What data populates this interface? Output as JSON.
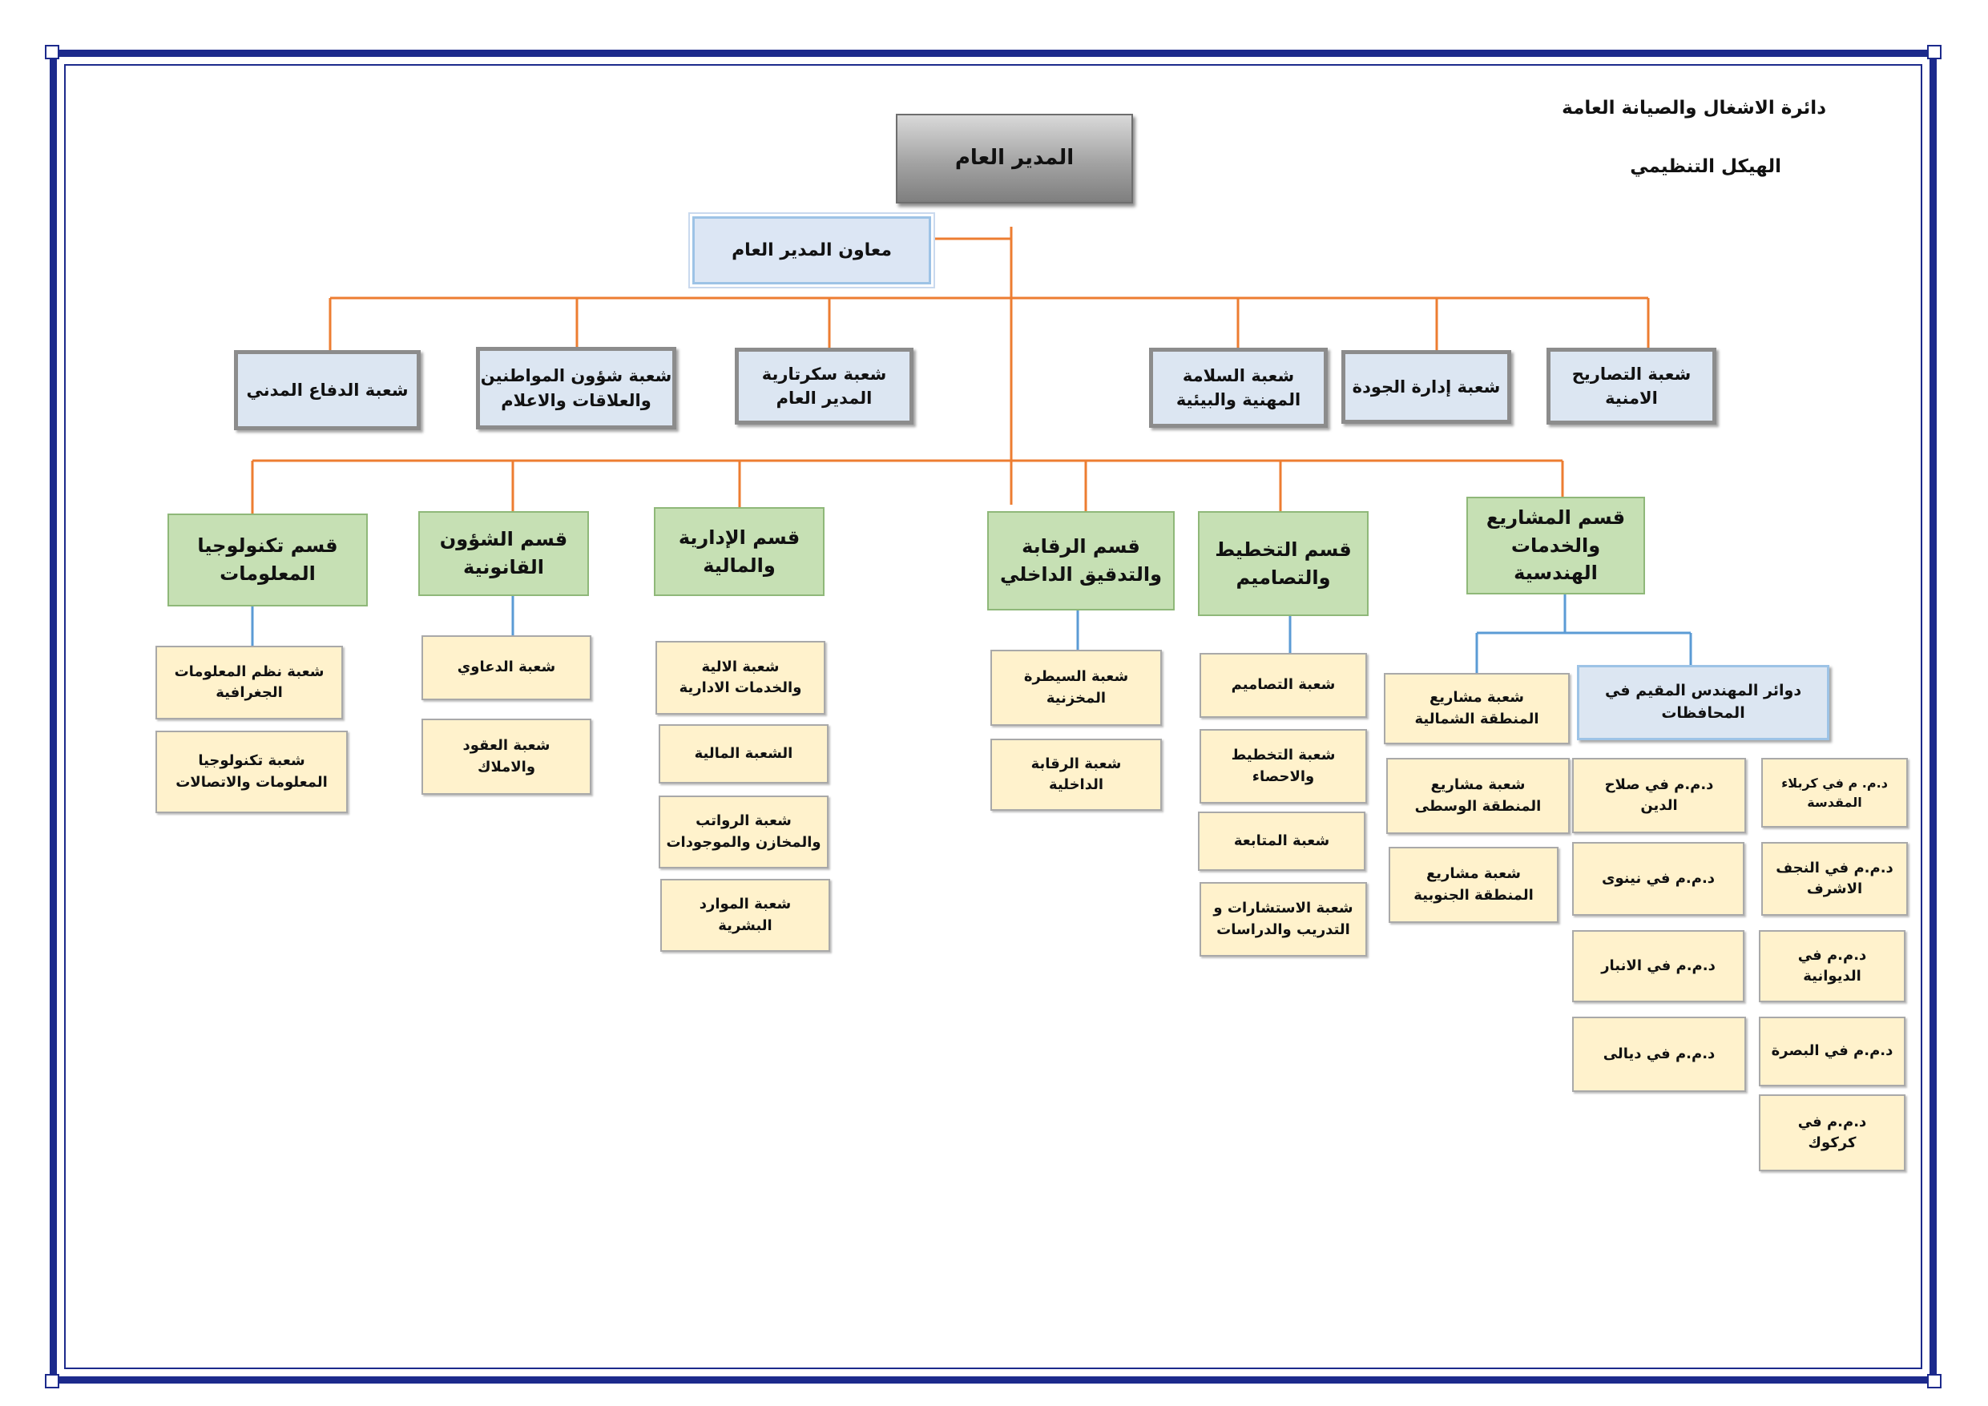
{
  "header": {
    "department": "دائرة الاشغال والصيانة العامة",
    "chart_title": "الهيكل التنظيمي"
  },
  "colors": {
    "frame": "#1c2a8c",
    "connector_main": "#ed7d31",
    "connector_sub": "#5b9bd5",
    "department_fill": "#c6e0b4",
    "unit_fill": "#dce6f2",
    "subunit_fill": "#fff2cc"
  },
  "general_manager": "المدير العام",
  "deputy": "معاون المدير العام",
  "units": [
    {
      "line1": "شعبة التصاريح",
      "line2": "الامنية"
    },
    {
      "line1": "شعبة إدارة الجودة",
      "line2": ""
    },
    {
      "line1": "شعبة السلامة",
      "line2": "المهنية والبيئية"
    },
    {
      "line1": "شعبة سكرتارية",
      "line2": "المدير العام"
    },
    {
      "line1": "شعبة شؤون المواطنين",
      "line2": "والعلاقات والاعلام"
    },
    {
      "line1": "شعبة الدفاع المدني",
      "line2": ""
    }
  ],
  "departments": [
    {
      "line1": "قسم المشاريع",
      "line2": "والخدمات الهندسية"
    },
    {
      "line1": "قسم التخطيط",
      "line2": "والتصاميم"
    },
    {
      "line1": "قسم الرقابة",
      "line2": "والتدقيق الداخلي"
    },
    {
      "line1": "قسم الإدارية",
      "line2": "والمالية"
    },
    {
      "line1": "قسم الشؤون",
      "line2": "القانونية"
    },
    {
      "line1": "قسم تكنولوجيا",
      "line2": "المعلومات"
    }
  ],
  "it_sections": [
    {
      "line1": "شعبة نظم المعلومات",
      "line2": "الجغرافية"
    },
    {
      "line1": "شعبة تكنولوجيا",
      "line2": "المعلومات والاتصالات"
    }
  ],
  "legal_sections": [
    {
      "line1": "شعبة الدعاوي",
      "line2": ""
    },
    {
      "line1": "شعبة العقود",
      "line2": "والاملاك"
    }
  ],
  "admin_sections": [
    {
      "line1": "شعبة الالية",
      "line2": "والخدمات الادارية"
    },
    {
      "line1": "الشعبة المالية",
      "line2": ""
    },
    {
      "line1": "شعبة الرواتب",
      "line2": "والمخازن والموجودات"
    },
    {
      "line1": "شعبة الموارد",
      "line2": "البشرية"
    }
  ],
  "audit_sections": [
    {
      "line1": "شعبة السيطرة",
      "line2": "المخزنية"
    },
    {
      "line1": "شعبة الرقابة",
      "line2": "الداخلية"
    }
  ],
  "planning_sections": [
    {
      "line1": "شعبة التصاميم",
      "line2": ""
    },
    {
      "line1": "شعبة التخطيط",
      "line2": "والاحصاء"
    },
    {
      "line1": "شعبة المتابعة",
      "line2": ""
    },
    {
      "line1": "شعبة الاستشارات و",
      "line2": "التدريب والدراسات"
    }
  ],
  "project_sections": [
    {
      "line1": "شعبة مشاريع",
      "line2": "المنطقة الشمالية"
    },
    {
      "line1": "شعبة مشاريع",
      "line2": "المنطقة الوسطى"
    },
    {
      "line1": "شعبة مشاريع",
      "line2": "المنطقة الجنوبية"
    }
  ],
  "resident_engineer": {
    "line1": "دوائر المهندس المقيم في",
    "line2": "المحافظات"
  },
  "provinces_col_a": [
    {
      "line1": "د.م.م في صلاح",
      "line2": "الدين"
    },
    {
      "line1": "د.م.م في نينوى",
      "line2": ""
    },
    {
      "line1": "د.م.م في الانبار",
      "line2": ""
    },
    {
      "line1": "د.م.م في ديالى",
      "line2": ""
    }
  ],
  "provinces_col_b": [
    {
      "line1": "د.م. م في كربلاء",
      "line2": "المقدسة"
    },
    {
      "line1": "د.م.م في النجف",
      "line2": "الاشرف"
    },
    {
      "line1": "د.م.م في",
      "line2": "الديوانية"
    },
    {
      "line1": "د.م.م في البصرة",
      "line2": ""
    },
    {
      "line1": "د.م.م في",
      "line2": "كركوك"
    }
  ]
}
